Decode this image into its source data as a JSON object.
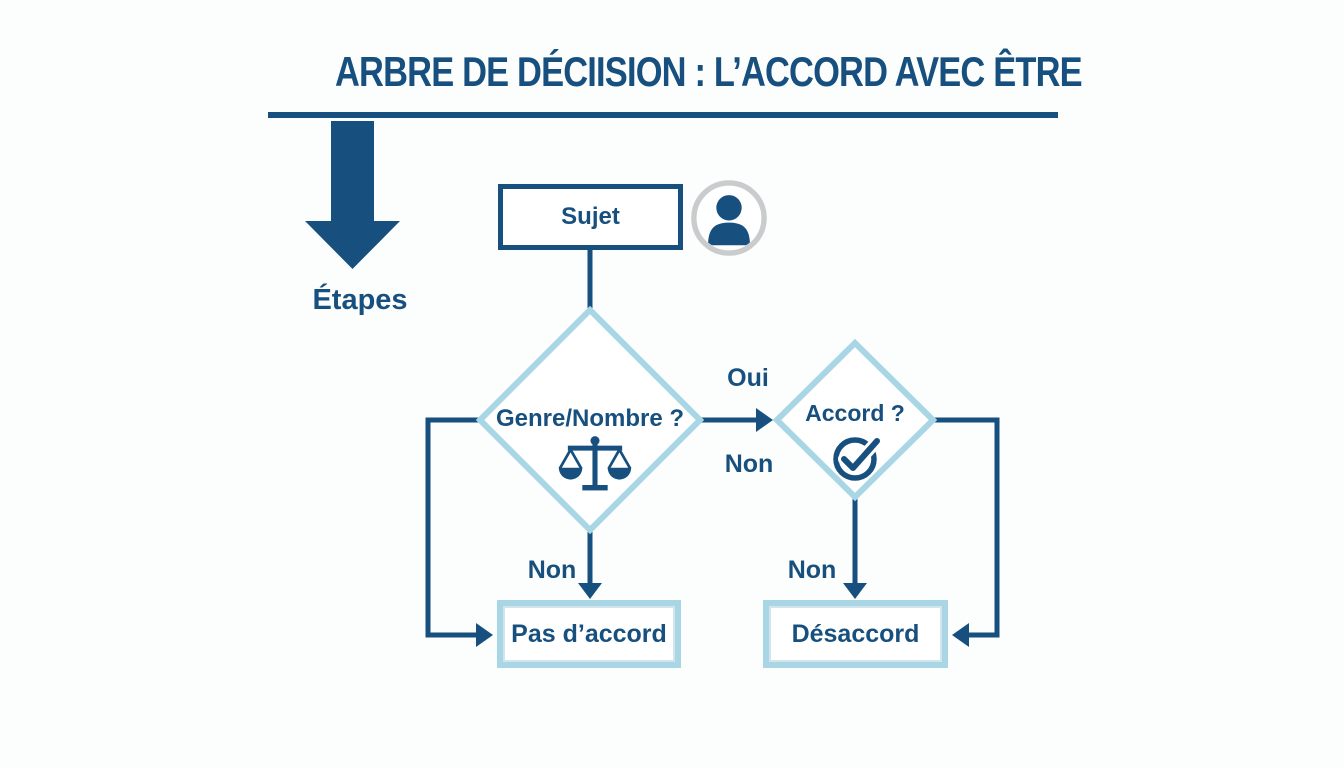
{
  "diagram": {
    "title": "ARBRE DE DÉCIISION : L’ACCORD AVEC ÊTRE",
    "steps_label": "Étapes",
    "colors": {
      "navy": "#17507E",
      "light_blue": "#A9D6E4",
      "ring_gray": "#C9CBCD",
      "bg": "#FCFDFD"
    },
    "nodes": {
      "sujet": {
        "label": "Sujet",
        "icon": "person-icon"
      },
      "genre_nombre": {
        "label": "Genre/Nombre ?",
        "icon": "scale-icon"
      },
      "accord": {
        "label": "Accord ?",
        "icon": "check-circle-icon"
      },
      "pas_daccord": {
        "label": "Pas d’accord"
      },
      "desaccord": {
        "label": "Désaccord"
      }
    },
    "edge_labels": {
      "oui": "Oui",
      "non_between": "Non",
      "non_left": "Non",
      "non_right": "Non"
    }
  }
}
